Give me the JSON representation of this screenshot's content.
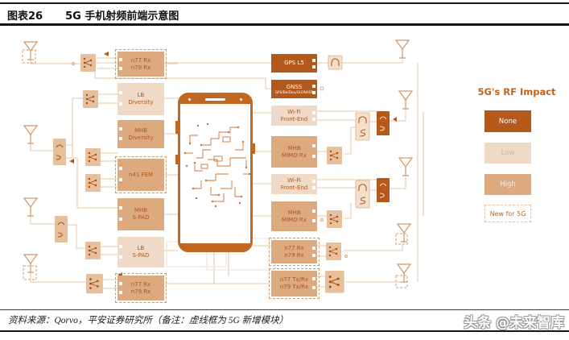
{
  "header": {
    "figure_label": "图表26",
    "figure_title": "5G 手机射频前端示意图"
  },
  "footer": {
    "source": "资料来源：Qorvo，平安证券研究所（备注：虚线框为 5G 新增模块）",
    "watermark": "头条 @未来智库"
  },
  "legend": {
    "title": "5G's RF Impact",
    "items": [
      {
        "label": "None",
        "level": "none",
        "color": "#b5581b"
      },
      {
        "label": "Low",
        "level": "low",
        "color": "#eedac7"
      },
      {
        "label": "High",
        "level": "high",
        "color": "#dcaa7e"
      },
      {
        "label": "New for 5G",
        "level": "new",
        "color": "#ffffff"
      }
    ]
  },
  "left_blocks": [
    {
      "line1": "n77 Rx",
      "line2": "n79 Rx",
      "impact": "high",
      "new_for_5g": true
    },
    {
      "line1": "LB",
      "line2": "Diversity",
      "impact": "low",
      "new_for_5g": false
    },
    {
      "line1": "MHB",
      "line2": "Diversity",
      "impact": "high",
      "new_for_5g": false
    },
    {
      "line1": "n41 FEM",
      "line2": "",
      "impact": "high",
      "new_for_5g": true
    },
    {
      "line1": "MHB",
      "line2": "S-PAD",
      "impact": "high",
      "new_for_5g": false
    },
    {
      "line1": "LB",
      "line2": "S-PAD",
      "impact": "low",
      "new_for_5g": false
    },
    {
      "line1": "n77 Rx",
      "line2": "n79 Rx",
      "impact": "high",
      "new_for_5g": true
    }
  ],
  "right_blocks": [
    {
      "line1": "GPS L5",
      "line2": "",
      "impact": "none",
      "new_for_5g": false
    },
    {
      "line1": "GNSS",
      "line2": "GPS/BeiDou/GLONASS",
      "impact": "none",
      "new_for_5g": false
    },
    {
      "line1": "Wi-Fi",
      "line2": "Front-End",
      "impact": "low",
      "new_for_5g": false
    },
    {
      "line1": "MHB",
      "line2": "MIMO Rx",
      "impact": "high",
      "new_for_5g": false
    },
    {
      "line1": "Wi-Fi",
      "line2": "Front-End",
      "impact": "low",
      "new_for_5g": false
    },
    {
      "line1": "MHB",
      "line2": "MIMO Rx",
      "impact": "high",
      "new_for_5g": false
    },
    {
      "line1": "n77 Rx",
      "line2": "n79 Rx",
      "impact": "high",
      "new_for_5g": true
    },
    {
      "line1": "n77 Tx/Rx",
      "line2": "n79 Tx/Rx",
      "impact": "high",
      "new_for_5g": true
    }
  ],
  "icons": [
    {
      "name": "antenna-icon",
      "shape": "triangle-funnel"
    },
    {
      "name": "switch-icon",
      "shape": "dot-matrix-box"
    },
    {
      "name": "filter-icon",
      "shape": "bandpass-curve-box"
    },
    {
      "name": "diplexer-icon",
      "shape": "dual-curve-box"
    },
    {
      "name": "smartphone-outline",
      "shape": "rounded-rect"
    },
    {
      "name": "circuit-pattern",
      "shape": "pcb-traces"
    }
  ],
  "colors": {
    "accent": "#c2671f",
    "impact_none": "#b5581b",
    "impact_low": "#eedac7",
    "impact_high": "#dcaa7e",
    "connection_line": "#e6c9ab",
    "block_text": "#ad5620"
  }
}
